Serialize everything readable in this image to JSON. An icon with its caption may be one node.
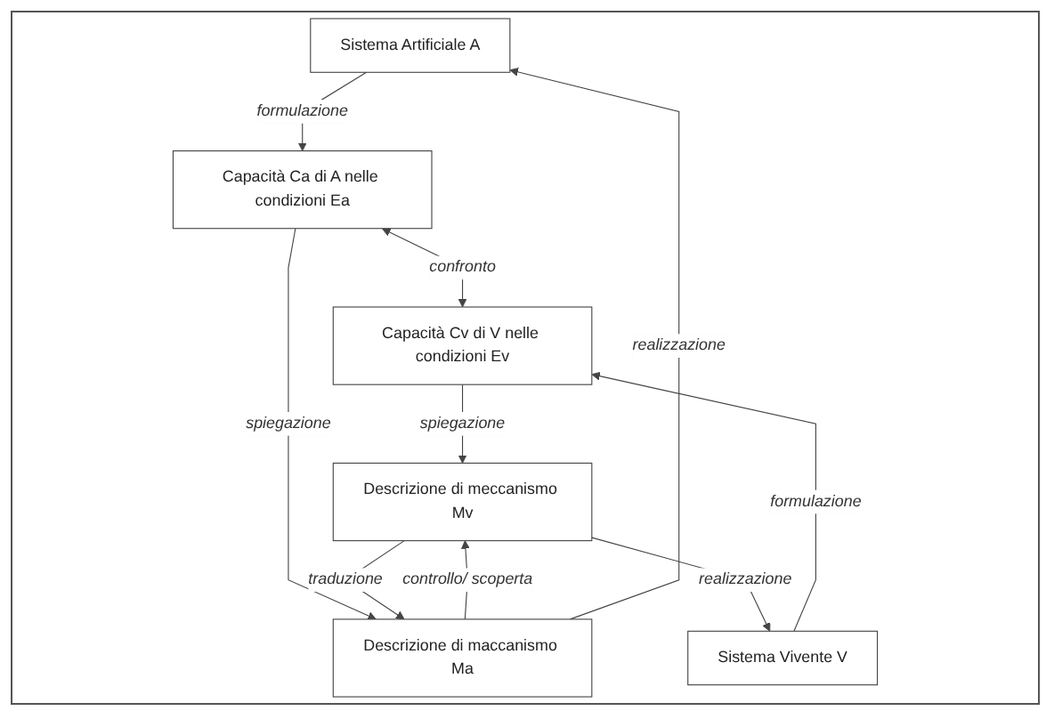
{
  "diagram": {
    "nodes": [
      {
        "text": [
          "Sistema Artificiale A"
        ]
      },
      {
        "text": [
          "Sistema Vivente V"
        ]
      },
      {
        "text": [
          "Capacità Ca di A nelle condizioni Ea"
        ]
      },
      {
        "text": [
          "Capacità Cv di V nelle condizioni Ev"
        ]
      },
      {
        "text": [
          "Descrizione di maccanismo Ma"
        ]
      },
      {
        "text": [
          "Descrizione di meccanismo Mv"
        ]
      }
    ],
    "edges": [
      {
        "from": 0,
        "to": 2,
        "arrow": "to",
        "label": "formulazione"
      },
      {
        "from": 1,
        "to": 3,
        "arrow": "to",
        "label": "formulazione"
      },
      {
        "from": 2,
        "to": 3,
        "arrow": "both",
        "label": "confronto"
      },
      {
        "from": 2,
        "to": 4,
        "arrow": "to",
        "label": "spiegazione"
      },
      {
        "from": 3,
        "to": 5,
        "arrow": "to",
        "label": "spiegazione"
      },
      {
        "from": 4,
        "to": 5,
        "arrow": "to",
        "label": "controllo/ scoperta"
      },
      {
        "from": 5,
        "to": 4,
        "arrow": "to",
        "label": "traduzione"
      },
      {
        "from": 4,
        "to": 0,
        "arrow": "to",
        "label": "realizzazione"
      },
      {
        "from": 5,
        "to": 1,
        "arrow": "to",
        "label": "realizzazione"
      }
    ]
  }
}
